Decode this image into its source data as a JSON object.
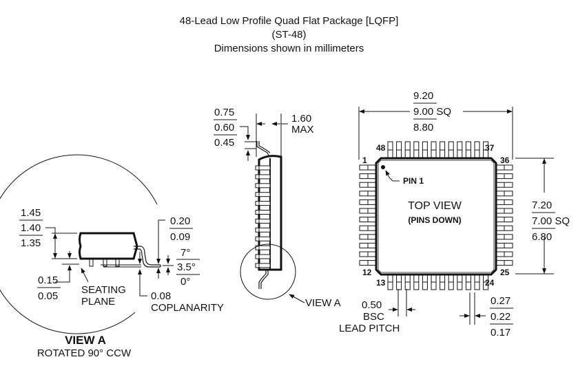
{
  "title": {
    "line1": "48-Lead Low Profile Quad Flat Package [LQFP]",
    "line2": "(ST-48)",
    "line3": "Dimensions shown in millimeters"
  },
  "side_view": {
    "lead_length": {
      "max": "0.75",
      "nom": "0.60",
      "min": "0.45"
    },
    "height": {
      "value": "1.60",
      "label": "MAX"
    },
    "view_callout": "VIEW A"
  },
  "top_view": {
    "overall": {
      "max": "9.20",
      "nom": "9.00 SQ",
      "min": "8.80"
    },
    "body": {
      "max": "7.20",
      "nom": "7.00 SQ",
      "min": "6.80"
    },
    "title": "TOP VIEW",
    "subtitle": "(PINS DOWN)",
    "pin1_label": "PIN 1",
    "pin_numbers": {
      "p1": "1",
      "p12": "12",
      "p13": "13",
      "p24": "24",
      "p25": "25",
      "p36": "36",
      "p37": "37",
      "p48": "48"
    },
    "lead_pitch": {
      "value": "0.50",
      "basis": "BSC",
      "label": "LEAD PITCH"
    },
    "lead_width": {
      "max": "0.27",
      "nom": "0.22",
      "min": "0.17"
    }
  },
  "view_a": {
    "body_thickness": {
      "max": "1.45",
      "nom": "1.40",
      "min": "1.35"
    },
    "standoff": {
      "max": "0.15",
      "min": "0.05"
    },
    "seating_plane": "SEATING PLANE",
    "seating_line1": "SEATING",
    "seating_line2": "PLANE",
    "lead_thickness": {
      "max": "0.20",
      "min": "0.09"
    },
    "foot_angle": {
      "max": "7°",
      "nom": "3.5°",
      "min": "0°"
    },
    "coplanarity": {
      "value": "0.08",
      "label": "COPLANARITY"
    },
    "title": "VIEW A",
    "subtitle": "ROTATED 90° CCW"
  }
}
